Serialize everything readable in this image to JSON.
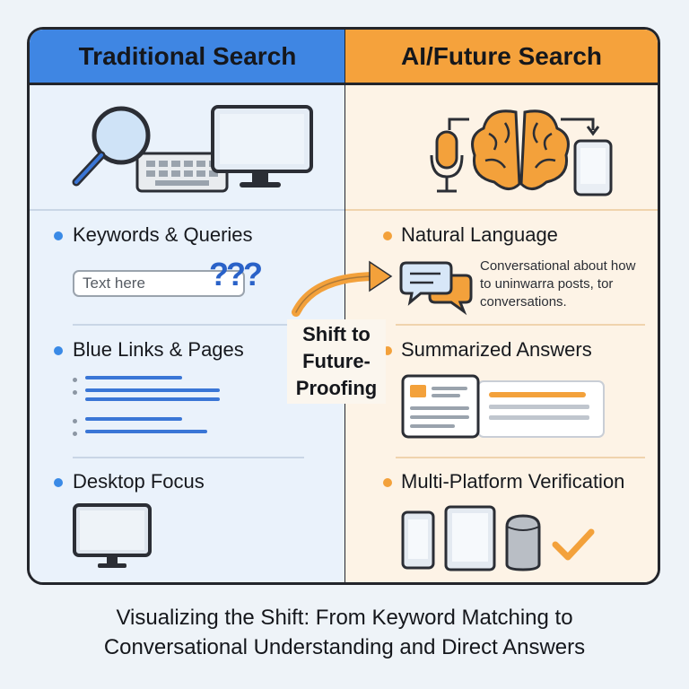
{
  "left": {
    "title": "Traditional Search",
    "items": [
      {
        "label": "Keywords & Queries"
      },
      {
        "label": "Blue Links & Pages"
      },
      {
        "label": "Desktop Focus"
      }
    ],
    "search_placeholder": "Text here",
    "question_marks": "???"
  },
  "right": {
    "title": "AI/Future Search",
    "items": [
      {
        "label": "Natural Language"
      },
      {
        "label": "Summarized Answers"
      },
      {
        "label": "Multi-Platform Verification"
      }
    ],
    "conversation_text": "Conversational about how to uninwarra posts, tor conversations."
  },
  "center": {
    "shift_line1": "Shift to",
    "shift_line2": "Future-",
    "shift_line3": "Proofing"
  },
  "caption": {
    "line1": "Visualizing the Shift: From Keyword Matching to",
    "line2": "Conversational Understanding and Direct Answers"
  },
  "colors": {
    "blue_header": "#3f86e3",
    "orange_header": "#f5a23c",
    "link_blue": "#3a76d6",
    "accent_orange": "#f3a13b"
  }
}
